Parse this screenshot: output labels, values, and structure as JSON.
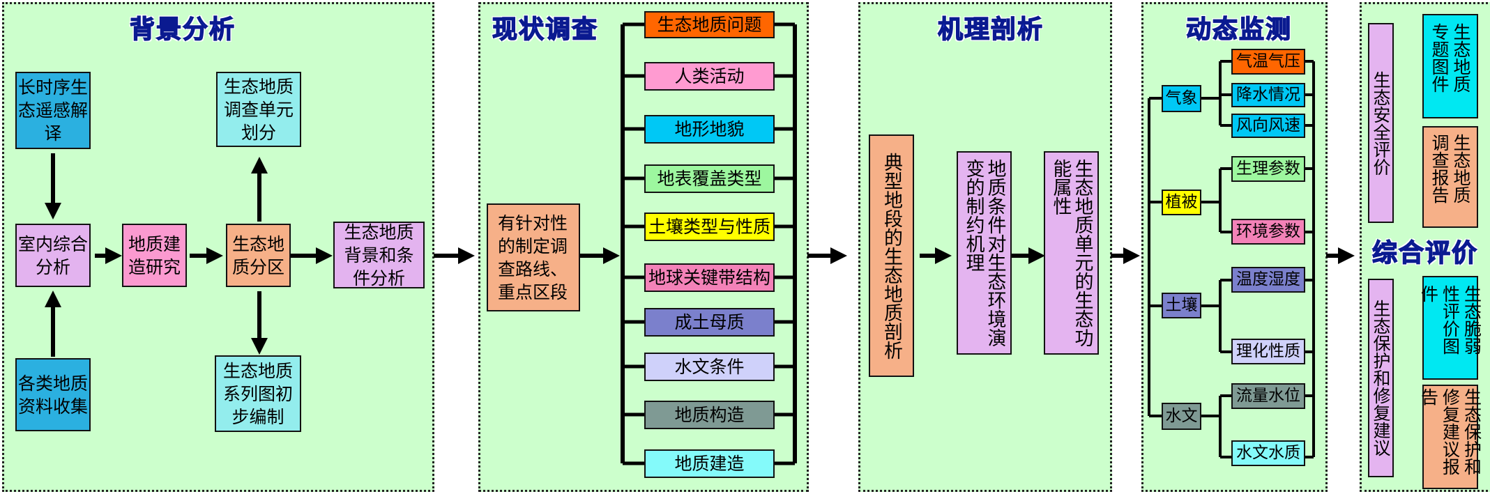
{
  "colors": {
    "panel_bg": "#ccffcc",
    "title": "#1d35d8",
    "blue": "#2bb0e0",
    "purple": "#e3b3ef",
    "pink": "#fb9ad0",
    "orange": "#f6b088",
    "cyan_light": "#93eded",
    "cyan": "#00e8f2",
    "red_orange": "#ff6600",
    "light_pink": "#ff9bd1",
    "sky": "#00c8f5",
    "light_green": "#9df79f",
    "yellow": "#ffff00",
    "rose": "#f382b8",
    "slate_blue": "#7b80cc",
    "lavender": "#cfd1fa",
    "gray_teal": "#7f9a94",
    "aqua_light": "#84fafa",
    "violet": "#e4b4f0"
  },
  "panels": {
    "background": {
      "title": "背景分析",
      "boxes": {
        "remote": "长时序生态遥感解译",
        "survey_unit": "生态地质调查单元划分",
        "indoor": "室内综合分析",
        "geo_construct": "地质建造研究",
        "zoning": "生态地质分区",
        "bg_condition": "生态地质背景和条件分析",
        "collect": "各类地质资料收集",
        "series_map": "生态地质系列图初步编制"
      }
    },
    "status": {
      "title": "现状调查",
      "main_box": "有针对性的制定调查路线、重点区段",
      "items": [
        "生态地质问题",
        "人类活动",
        "地形地貌",
        "地表覆盖类型",
        "土壤类型与性质",
        "地球关键带结构",
        "成土母质",
        "水文条件",
        "地质构造",
        "地质建造"
      ]
    },
    "mechanism": {
      "title": "机理剖析",
      "box1": "典型地段的生态地质剖析",
      "box2": "地质条件对生态环境演变的制约机理",
      "box3": "生态地质单元的生态功能属性"
    },
    "monitor": {
      "title": "动态监测",
      "categories": [
        {
          "label": "气象",
          "items": [
            "气温气压",
            "降水情况",
            "风向风速"
          ]
        },
        {
          "label": "植被",
          "items": [
            "生理参数",
            "环境参数"
          ]
        },
        {
          "label": "土壤",
          "items": [
            "温度湿度",
            "理化性质"
          ]
        },
        {
          "label": "水文",
          "items": [
            "流量水位",
            "水文水质"
          ]
        }
      ]
    },
    "evaluation": {
      "title": "综合评价",
      "safety": "生态安全评价",
      "protect": "生态保护和修复建议",
      "thematic_map": "生态地质专题图件",
      "survey_report": "生态地质调查报告",
      "vuln_map": "生态脆弱性评价图件",
      "protect_report": "生态保护和修复建议报告"
    }
  }
}
